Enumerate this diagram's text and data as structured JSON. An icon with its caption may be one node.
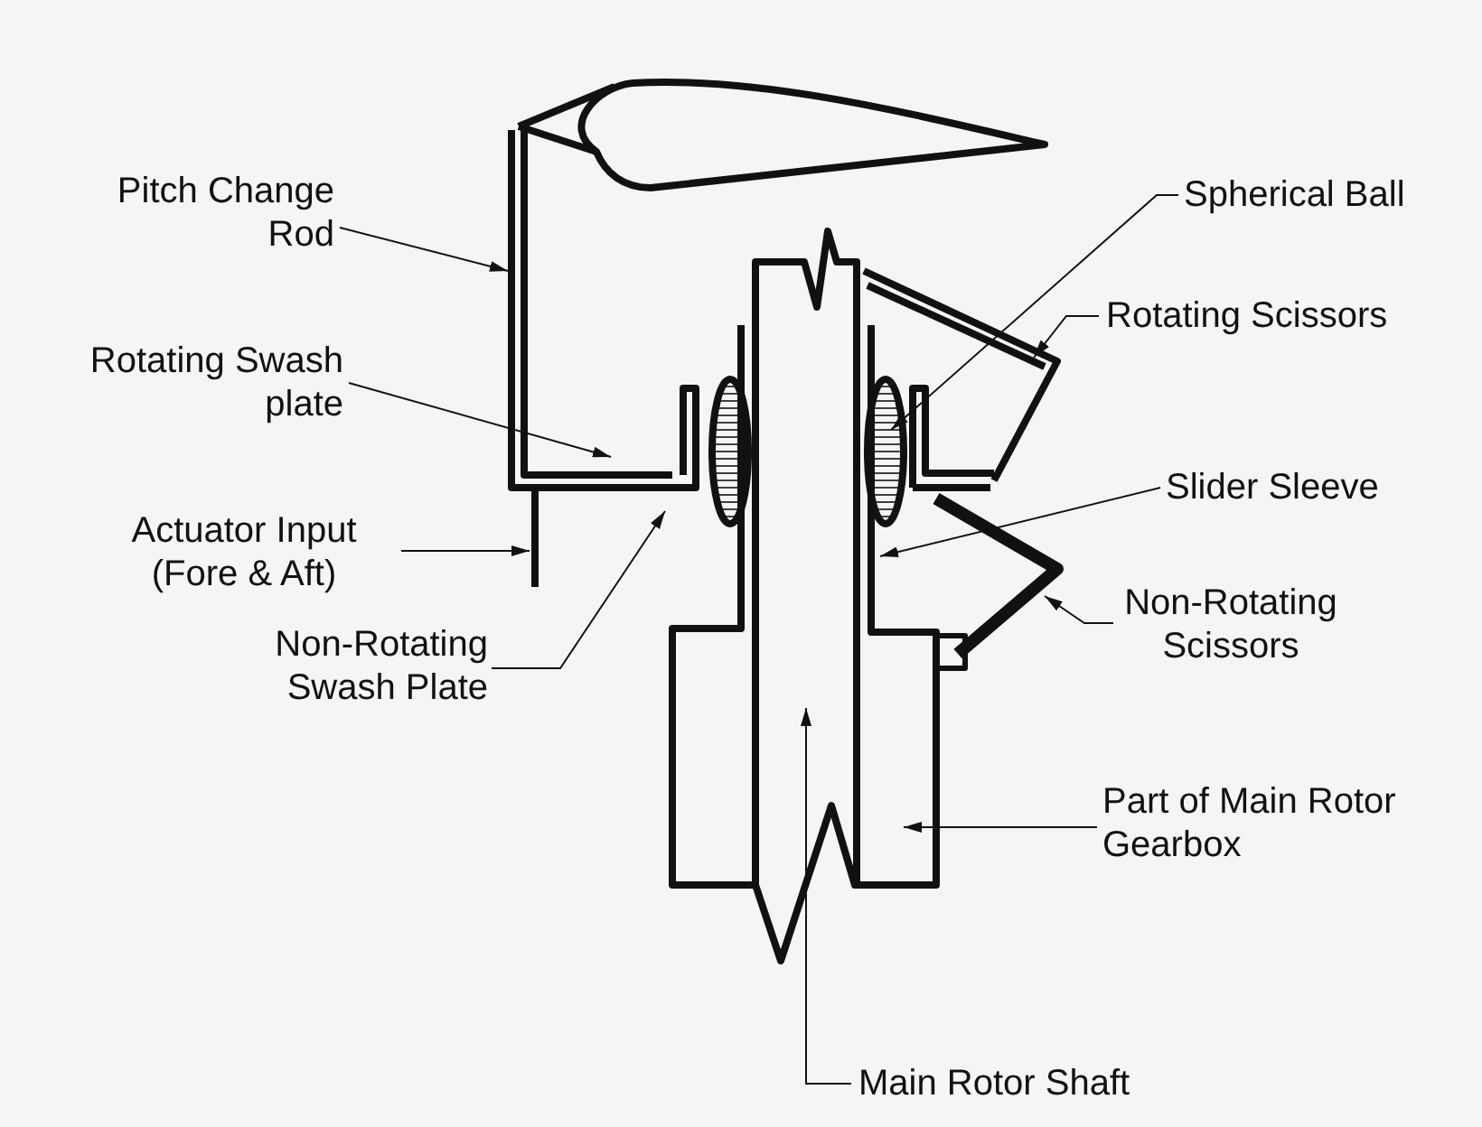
{
  "diagram": {
    "nodes": [
      {
        "text": [
          "Pitch Change Rod"
        ]
      },
      {
        "text": [
          "Spherical Ball"
        ]
      },
      {
        "text": [
          "Rotating Swash plate"
        ]
      },
      {
        "text": [
          "Rotating Scissors"
        ]
      },
      {
        "text": [
          "Slider Sleeve"
        ]
      },
      {
        "text": [
          "Actuator Input (Fore & Aft)"
        ]
      },
      {
        "text": [
          "Non-Rotating Scissors"
        ]
      },
      {
        "text": [
          "Non-Rotating Swash Plate"
        ]
      },
      {
        "text": [
          "Part of Main Rotor Gearbox"
        ]
      },
      {
        "text": [
          "Main Rotor Shaft"
        ]
      }
    ],
    "edges": [
      {
        "from": 0,
        "to": null,
        "arrow": "to"
      },
      {
        "from": 1,
        "to": null,
        "arrow": "to"
      },
      {
        "from": 2,
        "to": null,
        "arrow": "to"
      },
      {
        "from": 3,
        "to": null,
        "arrow": "to"
      },
      {
        "from": 4,
        "to": null,
        "arrow": "to"
      },
      {
        "from": 5,
        "to": null,
        "arrow": "to"
      },
      {
        "from": 6,
        "to": null,
        "arrow": "to"
      },
      {
        "from": 7,
        "to": null,
        "arrow": "to"
      },
      {
        "from": 8,
        "to": null,
        "arrow": "to"
      },
      {
        "from": 9,
        "to": null,
        "arrow": "to"
      }
    ]
  }
}
